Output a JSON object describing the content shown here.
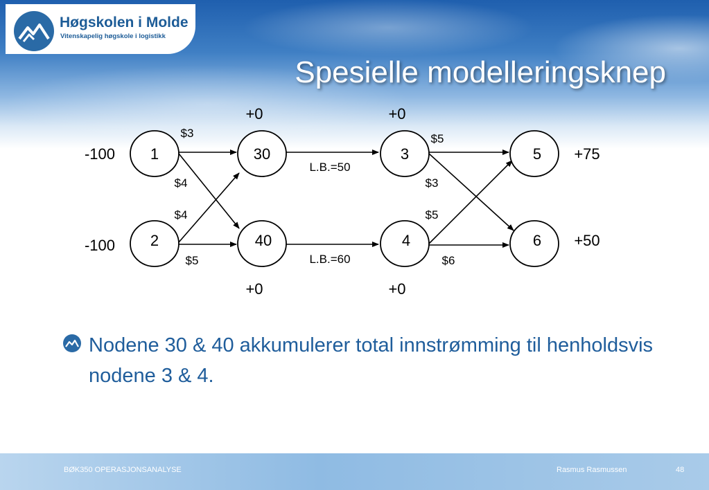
{
  "header": {
    "logo_name": "Høgskolen i Molde",
    "logo_tagline": "Vitenskapelig høgskole i logistikk",
    "title": "Spesielle modelleringsknep"
  },
  "network": {
    "nodes": [
      {
        "label": "1",
        "supply": "-100"
      },
      {
        "label": "2",
        "supply": "-100"
      },
      {
        "label": "30",
        "balance": "+0"
      },
      {
        "label": "40",
        "balance": "+0"
      },
      {
        "label": "3",
        "balance": "+0"
      },
      {
        "label": "4",
        "balance": "+0"
      },
      {
        "label": "5",
        "demand": "+75"
      },
      {
        "label": "6",
        "demand": "+50"
      }
    ],
    "arcs": [
      {
        "from": "1",
        "to": "30",
        "cost": "$3"
      },
      {
        "from": "1",
        "to": "40",
        "cost": "$4"
      },
      {
        "from": "2",
        "to": "30",
        "cost": "$4"
      },
      {
        "from": "2",
        "to": "40",
        "cost": "$5"
      },
      {
        "from": "30",
        "to": "3",
        "bound": "L.B.=50"
      },
      {
        "from": "40",
        "to": "4",
        "bound": "L.B.=60"
      },
      {
        "from": "3",
        "to": "5",
        "cost": "$5"
      },
      {
        "from": "3",
        "to": "6",
        "cost": "$3"
      },
      {
        "from": "4",
        "to": "5",
        "cost": "$5"
      },
      {
        "from": "4",
        "to": "6",
        "cost": "$6"
      }
    ]
  },
  "bullet": {
    "text": "Nodene 30 & 40 akkumulerer total innstrømming til henholdsvis nodene 3 & 4."
  },
  "footer": {
    "course": "BØK350 OPERASJONSANALYSE",
    "author": "Rasmus Rasmussen",
    "page": "48"
  },
  "colors": {
    "accent": "#1f5d9b",
    "title_text": "#ffffff"
  }
}
